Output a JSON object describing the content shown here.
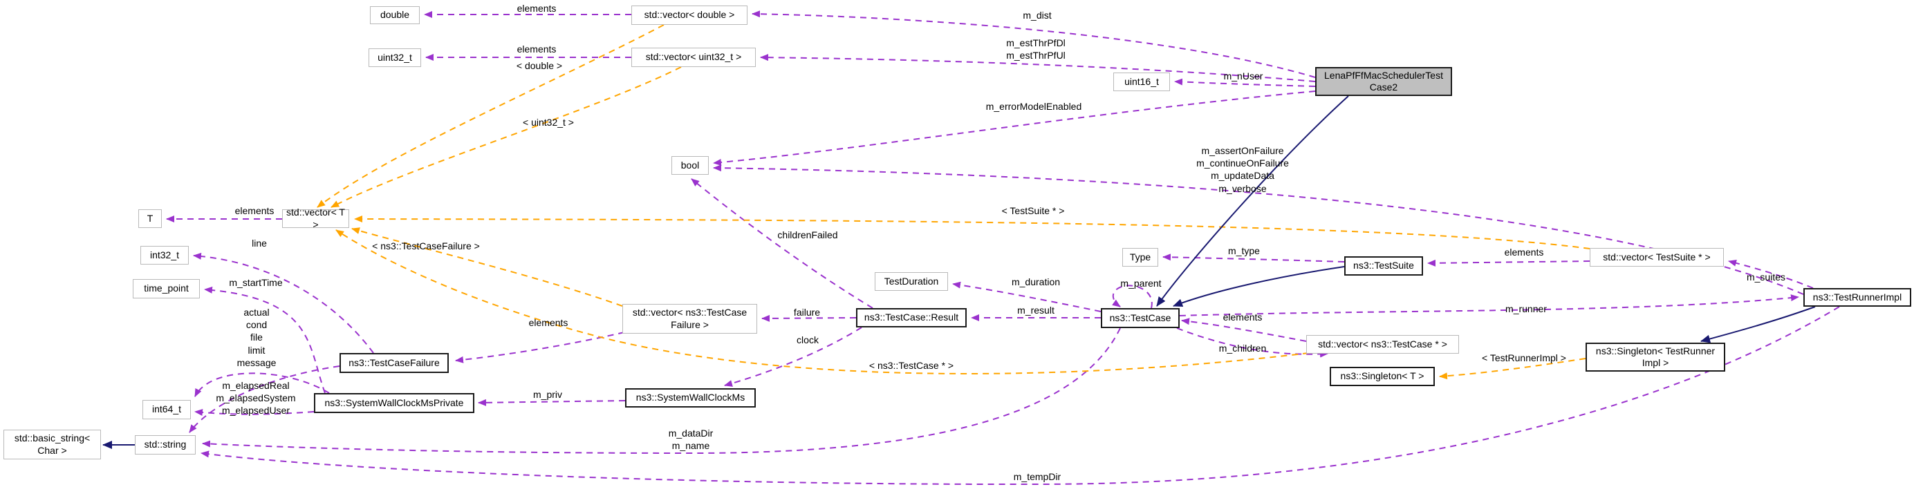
{
  "diagram": {
    "title": "Collaboration graph for LenaPfFfMacSchedulerTestCase2",
    "colors": {
      "member_edge": "#9a32cd",
      "template_edge": "#ffa500",
      "inheritance_edge": "#191970",
      "main_node_fill": "#bfbfbf",
      "plain_node_border": "#b9b9b9",
      "bold_node_border": "#1a1a1a"
    },
    "nodes": {
      "double_t": {
        "label": "double"
      },
      "vec_double": {
        "label": "std::vector< double >"
      },
      "uint32_t": {
        "label": "uint32_t"
      },
      "vec_uint32": {
        "label": "std::vector< uint32_t >"
      },
      "uint16_t": {
        "label": "uint16_t"
      },
      "lena": {
        "label": "LenaPfFfMacSchedulerTest\nCase2"
      },
      "bool_t": {
        "label": "bool"
      },
      "t_t": {
        "label": "T"
      },
      "vec_t": {
        "label": "std::vector< T >"
      },
      "int32_t": {
        "label": "int32_t"
      },
      "time_point": {
        "label": "time_point"
      },
      "test_duration": {
        "label": "TestDuration"
      },
      "type_t": {
        "label": "Type"
      },
      "test_suite": {
        "label": "ns3::TestSuite"
      },
      "vec_testsuite_ptr": {
        "label": "std::vector< TestSuite * >"
      },
      "test_runner_impl": {
        "label": "ns3::TestRunnerImpl"
      },
      "test_case": {
        "label": "ns3::TestCase"
      },
      "result": {
        "label": "ns3::TestCase::Result"
      },
      "vec_testcasefailure": {
        "label": "std::vector< ns3::TestCase\nFailure >"
      },
      "test_case_failure": {
        "label": "ns3::TestCaseFailure"
      },
      "vec_testcase_ptr": {
        "label": "std::vector< ns3::TestCase * >"
      },
      "singleton_tri": {
        "label": "ns3::Singleton< TestRunner\nImpl >"
      },
      "singleton_t": {
        "label": "ns3::Singleton< T >"
      },
      "sys_wall_clock_ms_private": {
        "label": "ns3::SystemWallClockMsPrivate"
      },
      "sys_wall_clock_ms": {
        "label": "ns3::SystemWallClockMs"
      },
      "int64_t": {
        "label": "int64_t"
      },
      "string_t": {
        "label": "std::string"
      },
      "basic_string": {
        "label": "std::basic_string<\nChar >"
      }
    },
    "edge_labels": {
      "elements_vec_double": "elements",
      "m_dist": "m_dist",
      "elements_vec_uint32": "elements",
      "tmpl_double": "< double >",
      "tmpl_uint32": "< uint32_t >",
      "m_estthr": "m_estThrPfDl\nm_estThrPfUl",
      "m_nuser": "m_nUser",
      "m_errormodelenabled": "m_errorModelEnabled",
      "m_assert_group": "m_assertOnFailure\nm_continueOnFailure\nm_updateData\nm_verbose",
      "tmpl_testsuite_ptr": "< TestSuite * >",
      "childrenfailed": "childrenFailed",
      "elements_vec_t": "elements",
      "line_lbl": "line",
      "m_type": "m_type",
      "elements_vec_testsuite": "elements",
      "m_suites": "m_suites",
      "m_starttime": "m_startTime",
      "m_duration": "m_duration",
      "m_runner": "m_runner",
      "m_parent": "m_parent",
      "failure": "failure",
      "elements_vec_testcase": "elements",
      "m_result": "m_result",
      "elements_vec_tcf": "elements",
      "clock": "clock",
      "m_children": "m_children",
      "tmpl_tcf": "< ns3::TestCaseFailure >",
      "tmpl_tc_ptr": "< ns3::TestCase * >",
      "tmpl_tri": "< TestRunnerImpl >",
      "actual_group": "actual\ncond\nfile\nlimit\nmessage",
      "m_elapsed_group": "m_elapsedReal\nm_elapsedSystem\nm_elapsedUser",
      "m_priv": "m_priv",
      "m_datadir_group": "m_dataDir\nm_name",
      "m_tempdir": "m_tempDir"
    }
  }
}
